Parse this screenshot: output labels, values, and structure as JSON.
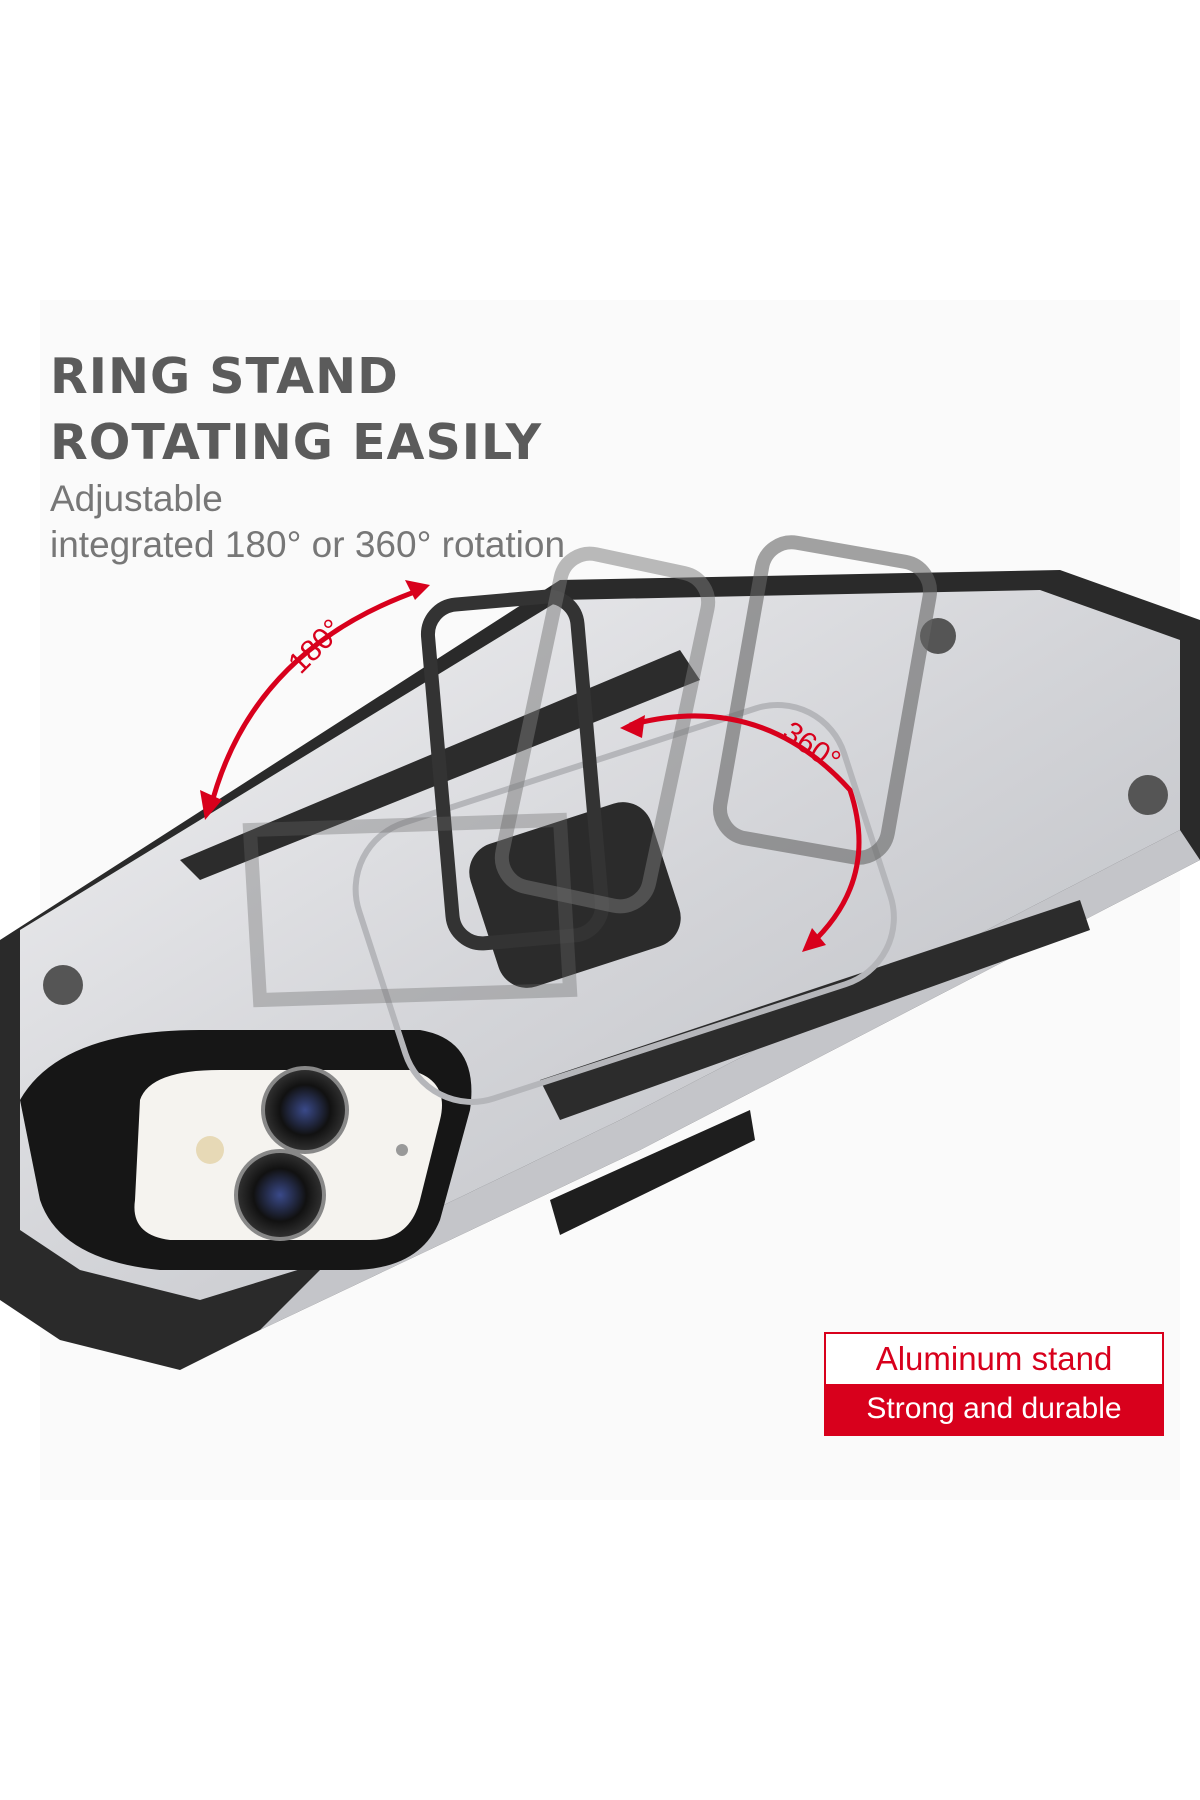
{
  "headline": {
    "line1": "RING STAND",
    "line2": "ROTATING EASILY"
  },
  "subtitle": {
    "line1": "Adjustable",
    "line2": "integrated 180° or 360° rotation"
  },
  "rotation_labels": {
    "left": "180°",
    "right": "360°"
  },
  "badge": {
    "top": "Aluminum stand",
    "bottom": "Strong and durable"
  },
  "colors": {
    "accent": "#d8001c",
    "heading": "#5b5b5b",
    "case_silver": "#d9dadd",
    "bumper": "#2a2a2a"
  }
}
